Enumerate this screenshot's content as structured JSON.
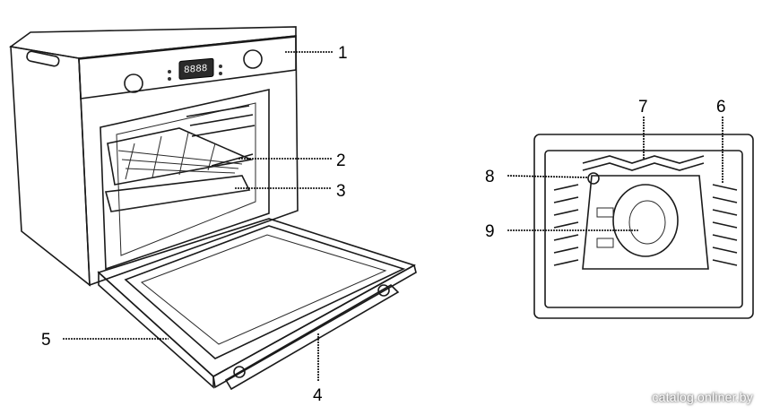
{
  "figure": {
    "callouts": [
      {
        "id": "1",
        "label": "1"
      },
      {
        "id": "2",
        "label": "2"
      },
      {
        "id": "3",
        "label": "3"
      },
      {
        "id": "4",
        "label": "4"
      },
      {
        "id": "5",
        "label": "5"
      },
      {
        "id": "6",
        "label": "6"
      },
      {
        "id": "7",
        "label": "7"
      },
      {
        "id": "8",
        "label": "8"
      },
      {
        "id": "9",
        "label": "9"
      }
    ],
    "display_digits": "8888"
  },
  "watermark": "catalog.onliner.by"
}
